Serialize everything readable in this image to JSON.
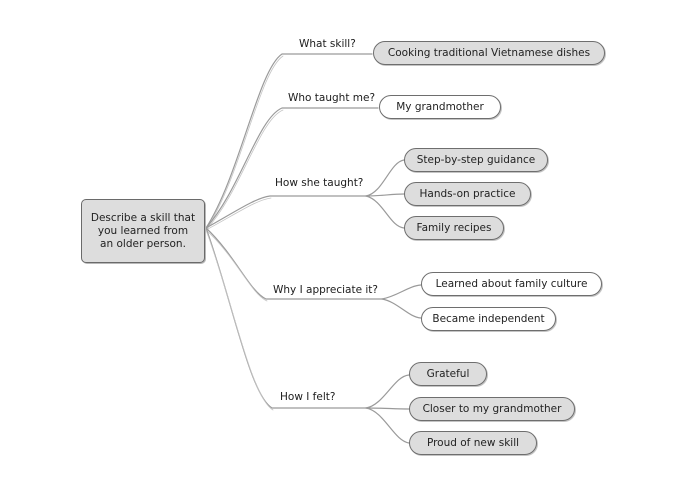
{
  "central_topic": "Describe a skill that\nyou learned from\nan older person.",
  "branches": [
    {
      "label": "What skill?",
      "leaves": [
        {
          "text": "Cooking traditional Vietnamese dishes"
        }
      ]
    },
    {
      "label": "Who taught me?",
      "leaves": [
        {
          "text": "My grandmother"
        }
      ]
    },
    {
      "label": "How she taught?",
      "leaves": [
        {
          "text": "Step-by-step guidance"
        },
        {
          "text": "Hands-on practice"
        },
        {
          "text": "Family recipes"
        }
      ]
    },
    {
      "label": "Why I appreciate it?",
      "leaves": [
        {
          "text": "Learned about family culture"
        },
        {
          "text": "Became independent"
        }
      ]
    },
    {
      "label": "How I felt?",
      "leaves": [
        {
          "text": "Grateful"
        },
        {
          "text": "Closer to my grandmother"
        },
        {
          "text": "Proud of new skill"
        }
      ]
    }
  ],
  "colors": {
    "node_fill": "#dddddd",
    "node_border": "#6e6e6e",
    "connector": "#9a9a9a",
    "text": "#222222"
  }
}
